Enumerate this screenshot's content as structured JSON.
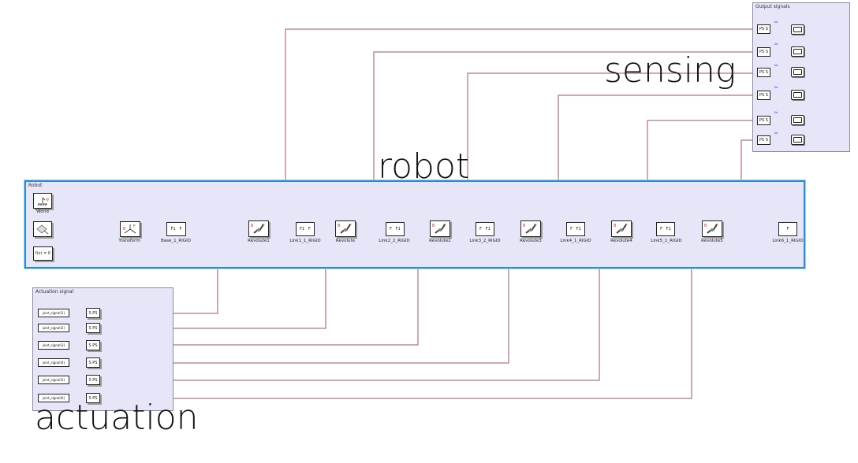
{
  "areas": {
    "output": {
      "title": "Output signals"
    },
    "robot": {
      "title": "Robot"
    },
    "actuation": {
      "title": "Actuation signal"
    }
  },
  "annotations": {
    "sensing": "sensing",
    "robot": "robot",
    "actuation": "actuation"
  },
  "robot_blocks": {
    "world": "World",
    "transform": "Transform",
    "base": "Base_1_RIGID",
    "revolute1": "Revolute1",
    "link1": "Link1_1_RIGID",
    "revolute": "Revolute",
    "link2": "Link2_2_RIGID",
    "revolute2": "Revolute2",
    "link3": "Link3_2_RIGID",
    "revolute3": "Revolute3",
    "link4": "Link4_1_RIGID",
    "revolute4": "Revolute4",
    "link5": "Link5_1_RIGID",
    "revolute5": "Revolute5",
    "link6": "Link6_1_RIGID",
    "solver": "f(x) = 0"
  },
  "actuation_signals": [
    "joint_signal(1)",
    "joint_signal(2)",
    "joint_signal(3)",
    "joint_signal(4)",
    "joint_signal(5)",
    "joint_signal(6)"
  ],
  "converter_labels": {
    "ps_to_s": "PS S",
    "s_to_ps": "S PS"
  },
  "port_labels": {
    "frame_a": "F1",
    "frame_b": "F",
    "base": "B",
    "follower": "F"
  },
  "colors": {
    "wire_physical": "#6abf4b",
    "wire_signal": "#a0506a",
    "area_fill": "#e6e6f8",
    "robot_border": "#2a8cd8"
  }
}
